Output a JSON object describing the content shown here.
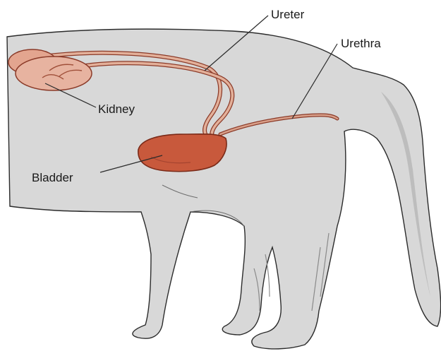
{
  "labels": {
    "ureter": "Ureter",
    "urethra": "Urethra",
    "kidney": "Kidney",
    "bladder": "Bladder"
  },
  "colors": {
    "fur": "#d8d8d8",
    "fur_shade": "#bdbdbd",
    "outline": "#2b2b2b",
    "organ": "#d9a08a",
    "organ_dark": "#c8664a",
    "bladder": "#c8593c"
  }
}
